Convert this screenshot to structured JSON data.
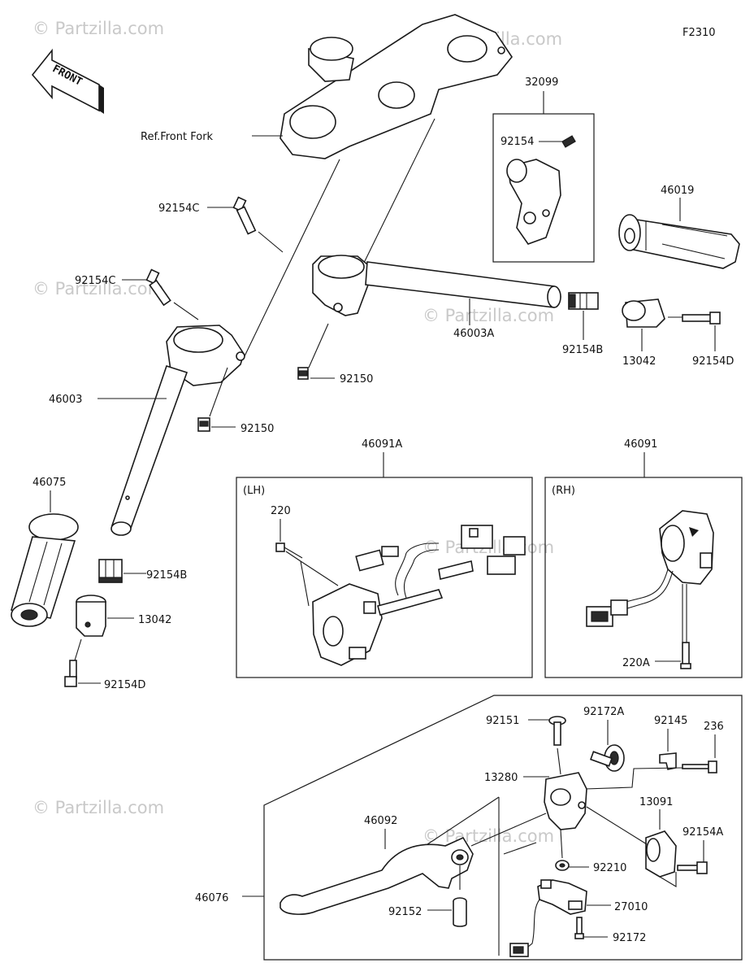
{
  "diagram_code": "F2310",
  "front_label": "FRONT",
  "watermark": "© Partzilla.com",
  "ref_label": "Ref.Front Fork",
  "group_labels": {
    "lh": "(LH)",
    "rh": "(RH)"
  },
  "parts": {
    "p32099": "32099",
    "p92154": "92154",
    "p46019": "46019",
    "p92154C_a": "92154C",
    "p92154C_b": "92154C",
    "p46003A": "46003A",
    "p92154B_a": "92154B",
    "p13042_a": "13042",
    "p92154D_a": "92154D",
    "p92150_a": "92150",
    "p92150_b": "92150",
    "p46003": "46003",
    "p46075": "46075",
    "p92154B_b": "92154B",
    "p13042_b": "13042",
    "p92154D_b": "92154D",
    "p46091A": "46091A",
    "p220": "220",
    "p46091": "46091",
    "p220A": "220A",
    "p92151": "92151",
    "p92172A": "92172A",
    "p92145": "92145",
    "p236": "236",
    "p13280": "13280",
    "p13091": "13091",
    "p92154A": "92154A",
    "p46092": "46092",
    "p92210": "92210",
    "p46076": "46076",
    "p27010": "27010",
    "p92152": "92152",
    "p92172": "92172"
  }
}
